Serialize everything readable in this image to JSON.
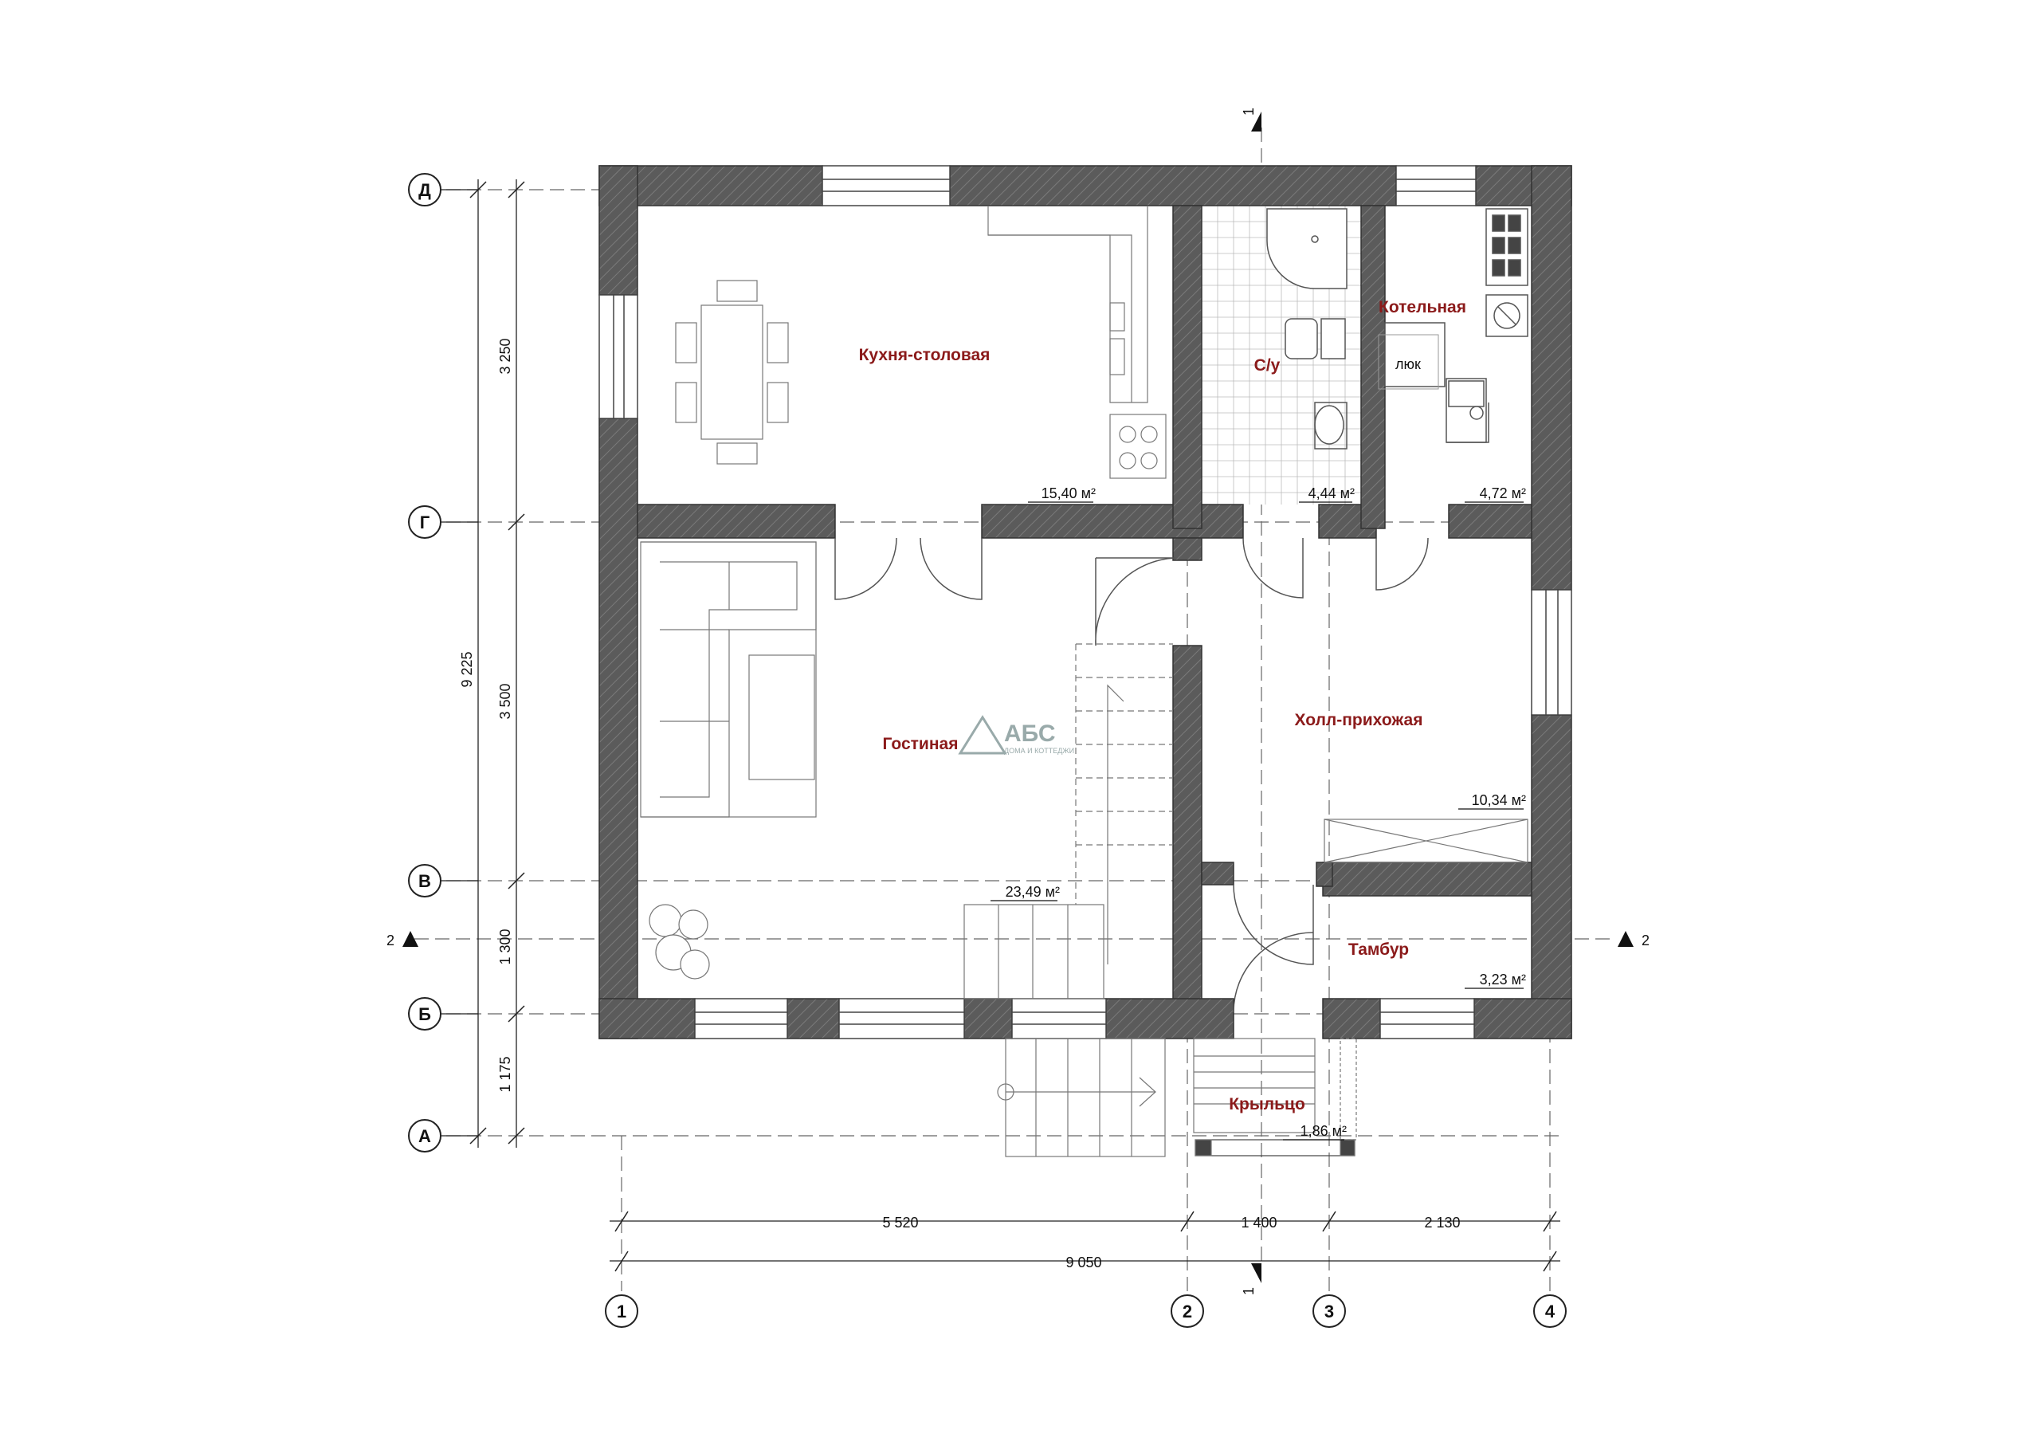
{
  "rooms": [
    {
      "name": "Кухня-столовая",
      "area": "15,40 м²"
    },
    {
      "name": "С/у",
      "area": "4,44 м²"
    },
    {
      "name": "Котельная",
      "area": "4,72 м²"
    },
    {
      "name": "Гостиная",
      "area": "23,49 м²"
    },
    {
      "name": "Холл-прихожая",
      "area": "10,34 м²"
    },
    {
      "name": "Тамбур",
      "area": "3,23 м²"
    },
    {
      "name": "Крыльцо",
      "area": "1,86 м²"
    }
  ],
  "misc": {
    "hatch": "люк"
  },
  "logo": {
    "text": "АБС",
    "sub": "ДОМА И КОТТЕДЖИ"
  },
  "axes": {
    "rows": [
      "Д",
      "Г",
      "В",
      "Б",
      "А"
    ],
    "cols": [
      "1",
      "2",
      "3",
      "4"
    ]
  },
  "dims": {
    "vertical_left": [
      "3 250",
      "3 500",
      "1 300",
      "1 175"
    ],
    "vertical_total": "9 225",
    "horizontal": [
      "5 520",
      "1 400",
      "2 130"
    ],
    "horizontal_total": "9 050"
  },
  "sections": {
    "vertical": "1",
    "horizontal": "2"
  },
  "colors": {
    "wall": "#5b5b5b",
    "room_label": "#8b1a1a"
  }
}
